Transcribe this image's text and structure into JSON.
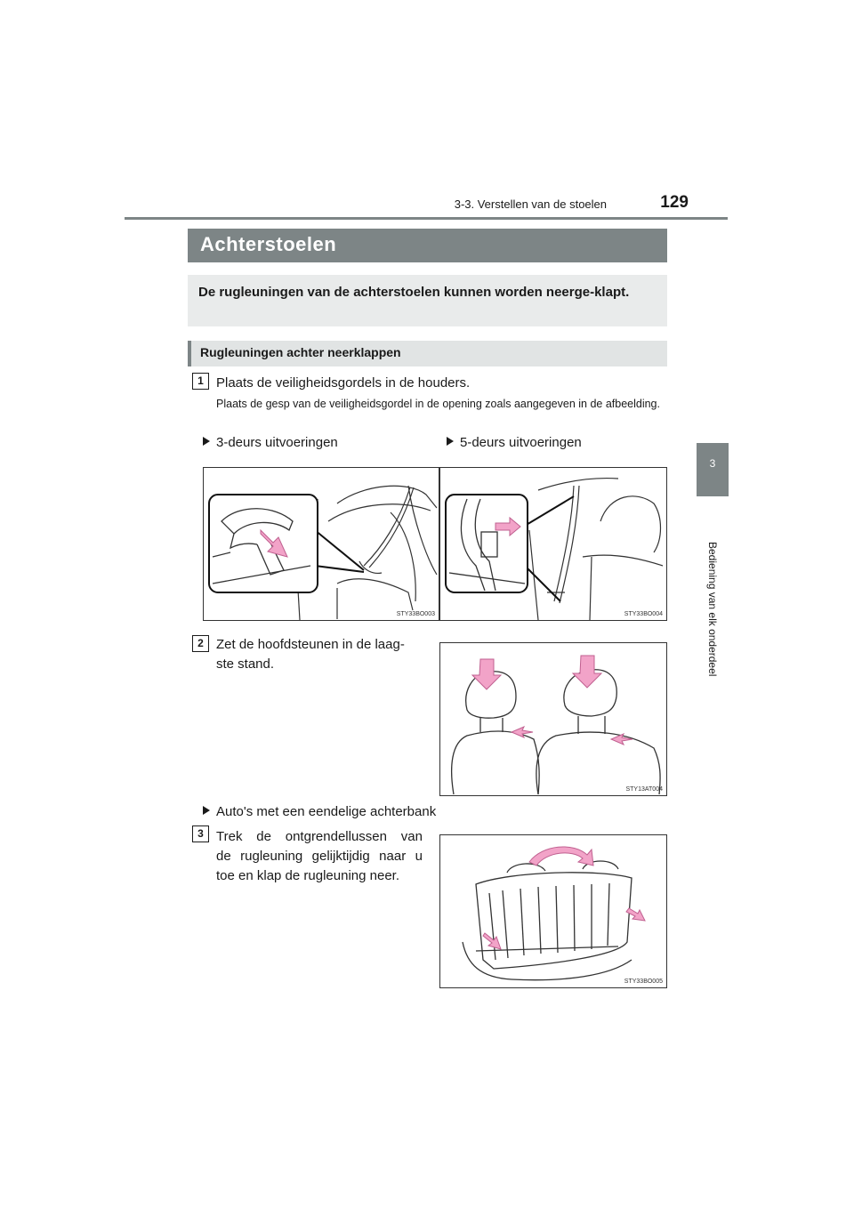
{
  "header": {
    "section_path": "3-3. Verstellen van de stoelen",
    "page_number": "129",
    "side_tab_number": "3",
    "side_label": "Bediening van elk onderdeel"
  },
  "section": {
    "title": "Achterstoelen",
    "intro": "De rugleuningen van de achterstoelen kunnen worden neerge-klapt."
  },
  "subsection": {
    "title": "Rugleuningen achter neerklappen"
  },
  "steps": [
    {
      "number": "1",
      "text": "Plaats de veiligheidsgordels in de houders.",
      "note": "Plaats de gesp van de veiligheidsgordel in de opening zoals aangegeven in de afbeelding."
    },
    {
      "number": "2",
      "text_line1": "Zet de hoofdsteunen in de laag-",
      "text_line2": "ste stand."
    },
    {
      "number": "3",
      "text_line1": "Trek de ontgrendellussen van",
      "text_line2": "de rugleuning gelijktijdig naar u",
      "text_line3": "toe en klap de rugleuning neer."
    }
  ],
  "variants": {
    "three_door": "3-deurs uitvoeringen",
    "five_door": "5-deurs uitvoeringen",
    "one_piece": "Auto's met een eendelige achterbank"
  },
  "figures": {
    "fig1_code": "STY33BO003",
    "fig2_code": "STY33BO004",
    "fig3_code": "STY13AT004",
    "fig4_code": "STY33BO005"
  },
  "colors": {
    "header_gray": "#7d8586",
    "box_gray": "#e9ebeb",
    "arrow_pink": "#f2a3c8"
  }
}
